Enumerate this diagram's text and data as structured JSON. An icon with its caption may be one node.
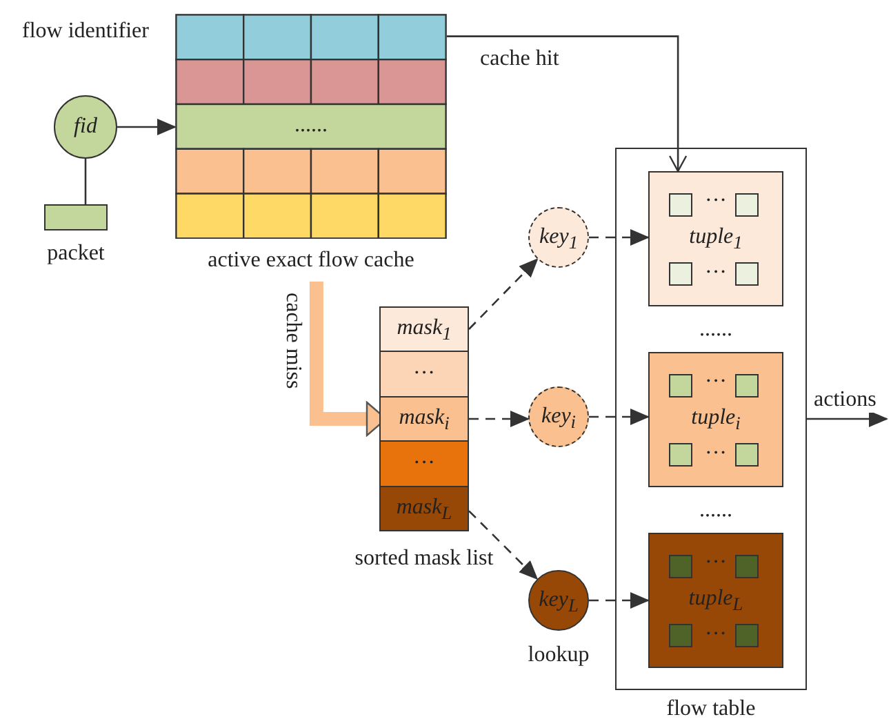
{
  "diagram": {
    "nodes": [
      {
        "text": [
          "fid"
        ]
      },
      {
        "text": [
          "active exact flow cache"
        ]
      },
      {
        "text": [],
        "shape": "box",
        "beside": [
          "packet"
        ]
      },
      {
        "text": [
          "sorted mask list"
        ]
      },
      {
        "text": [
          "mask$_{1}$"
        ],
        "in": 3
      },
      {
        "text": [
          "···"
        ],
        "in": 3
      },
      {
        "text": [
          "mask$_{i}$"
        ],
        "in": 3
      },
      {
        "text": [
          "···"
        ],
        "in": 3
      },
      {
        "text": [
          "mask$_{L}$"
        ],
        "in": 3
      },
      {
        "text": [
          "key$_{1}$"
        ]
      },
      {
        "text": [
          "key$_{i}$"
        ]
      },
      {
        "text": [
          "key$_{L}$"
        ],
        "beside": [
          "lookup"
        ]
      },
      {
        "text": [
          "flow table"
        ]
      },
      {
        "text": [
          "···",
          "tuple$_{1}$",
          "···"
        ],
        "in": 12
      },
      {
        "text": [
          "···",
          "tuple$_{i}$",
          "···"
        ],
        "in": 12
      },
      {
        "text": [
          "···",
          "tuple$_{L}$",
          "···"
        ],
        "in": 12
      }
    ],
    "edges": [
      {
        "from": 0,
        "to": 1,
        "arrow": "to"
      },
      {
        "from": 0,
        "to": 2,
        "arrow": "none"
      },
      {
        "from": 1,
        "to": 13,
        "arrow": "to",
        "label": "cache hit"
      },
      {
        "from": 1,
        "to": 6,
        "arrow": "to",
        "label": "cache miss",
        "style": "thick",
        "color": "#fac090"
      },
      {
        "from": 4,
        "to": 9,
        "arrow": "to",
        "style": "dashed"
      },
      {
        "from": 6,
        "to": 10,
        "arrow": "to",
        "style": "dashed"
      },
      {
        "from": 8,
        "to": 11,
        "arrow": "to",
        "style": "dashed"
      },
      {
        "from": 9,
        "to": 13,
        "arrow": "to",
        "style": "dashed"
      },
      {
        "from": 10,
        "to": 14,
        "arrow": "to",
        "style": "dashed"
      },
      {
        "from": 11,
        "to": 15,
        "arrow": "to",
        "style": "dashed"
      },
      {
        "from": 12,
        "to": null,
        "arrow": "to",
        "label": "actions"
      }
    ],
    "labels": [
      "flow identifier",
      "......",
      "......",
      "......"
    ]
  }
}
